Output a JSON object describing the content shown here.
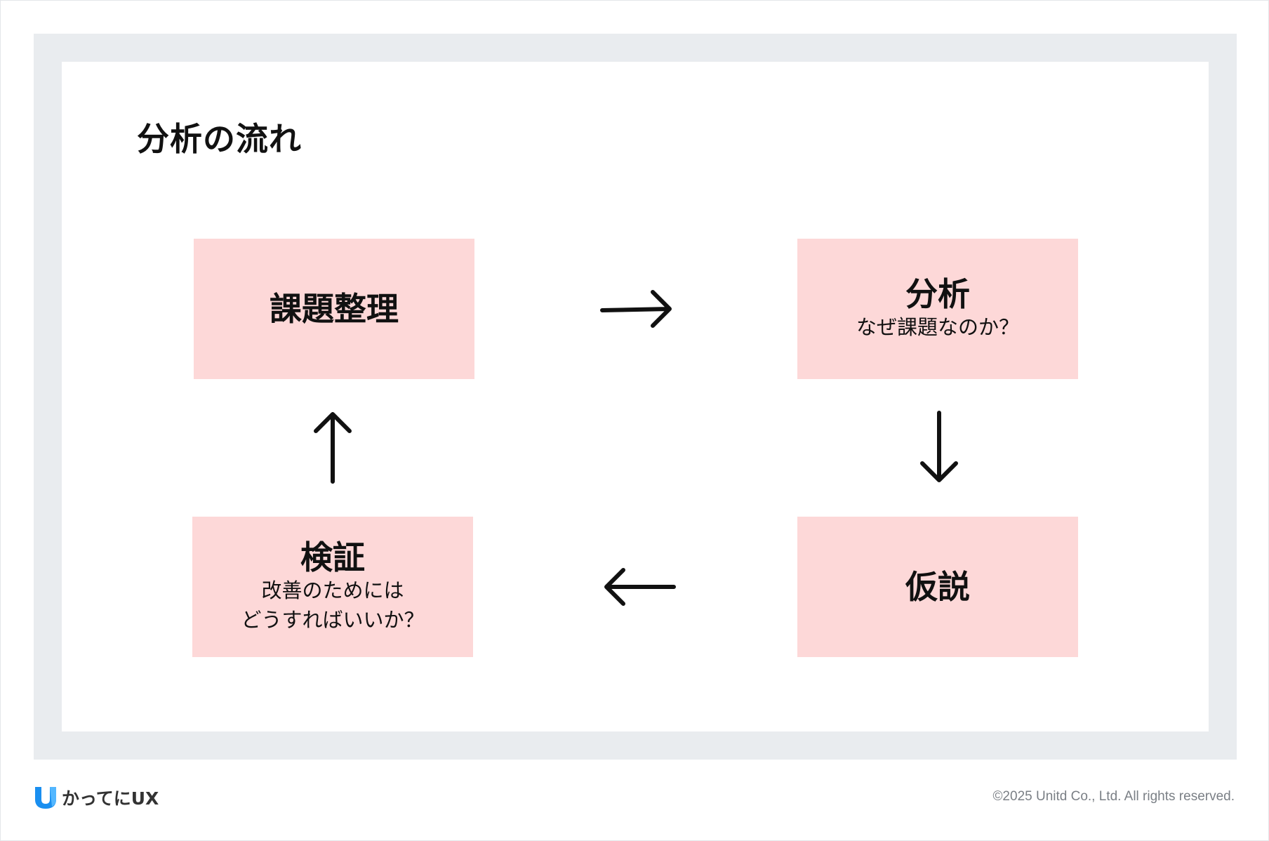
{
  "slide": {
    "title": "分析の流れ"
  },
  "boxes": {
    "kadai": {
      "title": "課題整理"
    },
    "bunseki": {
      "title": "分析",
      "sub": "なぜ課題なのか？"
    },
    "kasetsu": {
      "title": "仮説"
    },
    "kensho": {
      "title": "検証",
      "sub_line1": "改善のためには",
      "sub_line2": "どうすればいいか？"
    }
  },
  "flow_icons": [
    "arrow-right-icon",
    "arrow-down-icon",
    "arrow-left-icon",
    "arrow-up-icon"
  ],
  "footer": {
    "brand": "かってにUX",
    "copyright": "©2025 Unitd Co., Ltd. All rights reserved."
  },
  "colors": {
    "frame": "#e9ecef",
    "box": "#fdd8d8",
    "arrow": "#111111",
    "logo_blue": "#1a8ff0"
  }
}
